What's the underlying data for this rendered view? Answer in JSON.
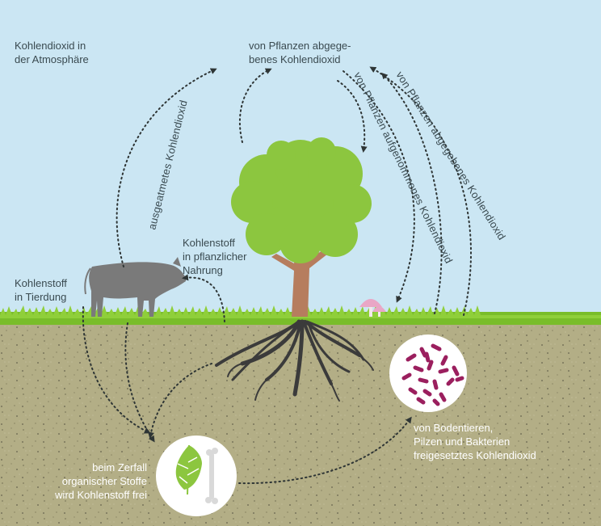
{
  "labels": {
    "atmosphere": [
      "Kohlendioxid in",
      "der Atmosphäre"
    ],
    "plant_release": [
      "von Pflanzen abgege-",
      "benes Kohlendioxid"
    ],
    "exhaled": "ausgeatmetes Kohlendioxid",
    "plant_absorbed": "von Pflanzen aufgenommenes Kohlendioxid",
    "plant_released_curve": "von Pflanzen abgegebenes Kohlendioxid",
    "plant_food": [
      "Kohlenstoff",
      "in pflanzlicher",
      "Nahrung"
    ],
    "animal_dung": [
      "Kohlenstoff",
      "in Tierdung"
    ],
    "soil_release": [
      "von Bodentieren,",
      "Pilzen und Bakterien",
      "freigesetztes Kohlendioxid"
    ],
    "decay": [
      "beim Zerfall",
      "organischer Stoffe",
      "wird Kohlenstoff frei"
    ]
  },
  "colors": {
    "sky": "#cbe6f3",
    "soil": "#b3ae86",
    "grass": "#79bd2a",
    "foliage": "#8cc63f",
    "trunk": "#b67d5e",
    "cow": "#7a7a7a",
    "bacteria": "#9b1f5e",
    "text": "#3a4a50"
  },
  "icons": [
    "cow-icon",
    "tree-icon",
    "mushroom-icon",
    "bacteria-icon",
    "leaf-icon",
    "bone-icon"
  ]
}
